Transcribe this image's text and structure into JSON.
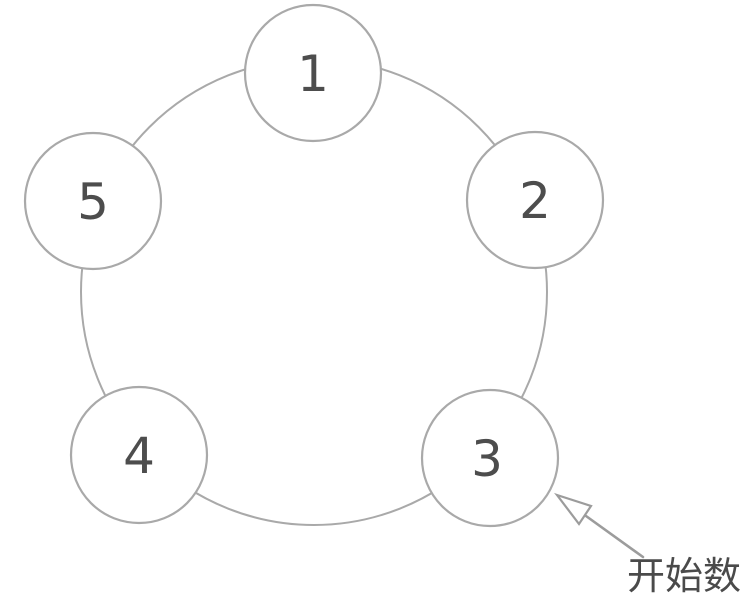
{
  "diagram": {
    "type": "circular-counting-diagram",
    "nodes": [
      {
        "id": "node-1",
        "label": "1"
      },
      {
        "id": "node-2",
        "label": "2"
      },
      {
        "id": "node-3",
        "label": "3"
      },
      {
        "id": "node-4",
        "label": "4"
      },
      {
        "id": "node-5",
        "label": "5"
      }
    ],
    "annotation": {
      "label": "开始数",
      "points_to_node": "3"
    },
    "colors": {
      "background": "#ffffff",
      "outline": "#a9a9a9",
      "node_fill": "#ffffff",
      "number_text": "#4d4d4d",
      "annotation_text": "#4a4a4a",
      "arrow": "#9c9c9c"
    }
  }
}
